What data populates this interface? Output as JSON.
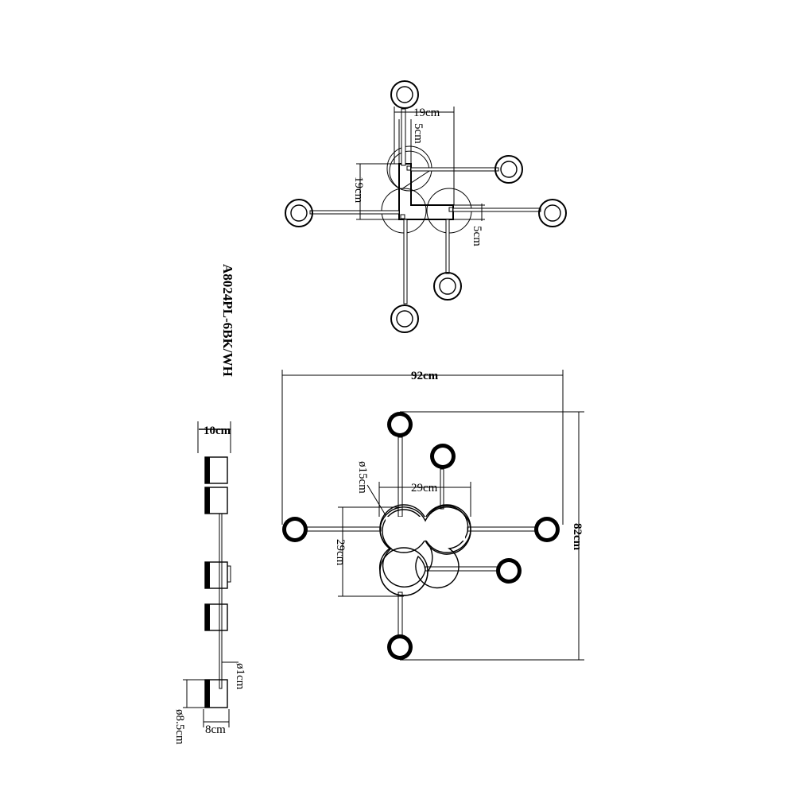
{
  "model": "A8024PL-6BK/WH",
  "top_view": {
    "dim_width": "19cm",
    "dim_gap_top": "5cm",
    "dim_height": "19cm",
    "dim_gap_right": "5cm"
  },
  "front_view": {
    "dim_total_width": "92cm",
    "dim_total_height": "82cm",
    "dim_canopy_diameter": "ø15cm",
    "dim_canopy_width": "29cm",
    "dim_canopy_height": "29cm"
  },
  "side_view": {
    "dim_depth": "10cm",
    "dim_rod": "ø1cm",
    "dim_shade_height": "ø8.5cm",
    "dim_shade_width": "8cm"
  }
}
